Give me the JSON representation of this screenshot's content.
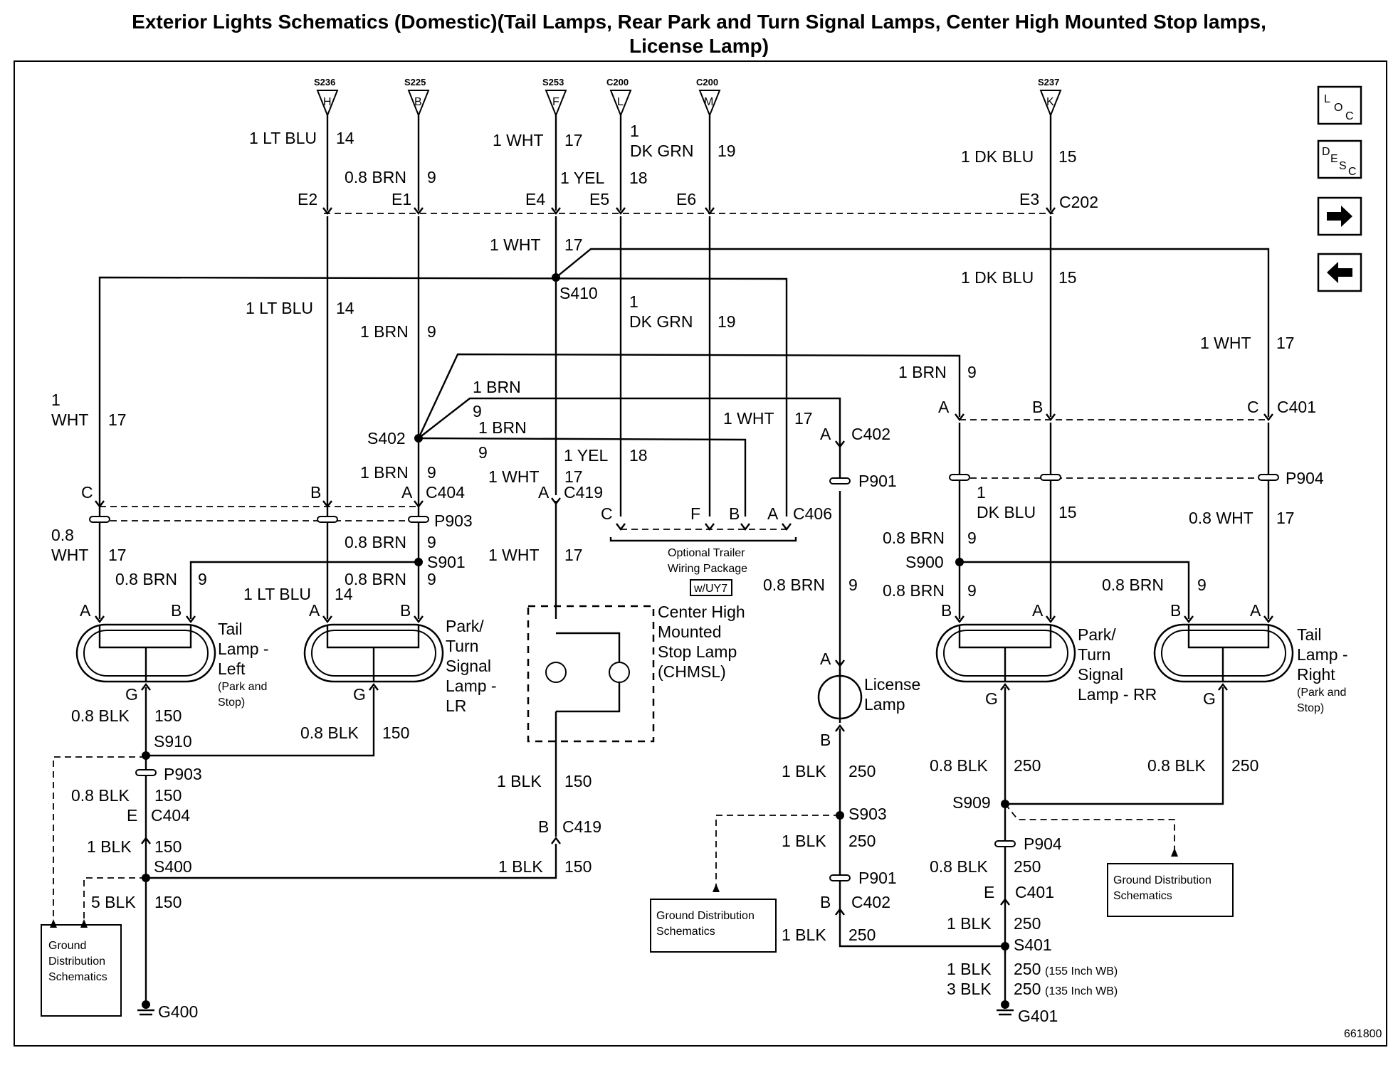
{
  "title_line1": "Exterior Lights Schematics (Domestic)(Tail Lamps, Rear Park and Turn Signal Lamps, Center High Mounted Stop lamps,",
  "title_line2": "License Lamp)",
  "figure_number": "661800",
  "nav_buttons": {
    "loc": {
      "l1": "L",
      "l2": "O",
      "l3": "C"
    },
    "desc": {
      "l1": "D",
      "l2": "E",
      "l3": "S",
      "l4": "C"
    },
    "next_icon": "right-arrow-icon",
    "prev_icon": "left-arrow-icon"
  },
  "inputs": {
    "s236": {
      "conn": "S236",
      "pin": "H"
    },
    "s225": {
      "conn": "S225",
      "pin": "B"
    },
    "s253": {
      "conn": "S253",
      "pin": "F"
    },
    "c200l": {
      "conn": "C200",
      "pin": "L"
    },
    "c200m": {
      "conn": "C200",
      "pin": "M"
    },
    "s237": {
      "conn": "S237",
      "pin": "K"
    }
  },
  "wire_labels": {
    "ltblu_top": {
      "name": "1 LT BLU",
      "circuit": "14"
    },
    "brn_top": {
      "name": "0.8 BRN",
      "circuit": "9"
    },
    "wht_top": {
      "name": "1 WHT",
      "circuit": "17"
    },
    "dkgrn_top_1": "1",
    "dkgrn_top_2": "DK GRN",
    "dkgrn_top_circuit": "19",
    "dkblu_top": {
      "name": "1 DK BLU",
      "circuit": "15"
    },
    "yel_top": {
      "name": "1 YEL",
      "circuit": "18"
    },
    "wht_mid": {
      "name": "1 WHT",
      "circuit": "17"
    },
    "ltblu_mid": {
      "name": "1 LT BLU",
      "circuit": "14"
    },
    "brn_mid": {
      "name": "1 BRN",
      "circuit": "9"
    },
    "dkgrn_mid_1": "1",
    "dkgrn_mid_2": "DK GRN",
    "dkgrn_mid_circuit": "19",
    "dkblu_mid": {
      "name": "1 DK BLU",
      "circuit": "15"
    },
    "wht_right": {
      "name": "1 WHT",
      "circuit": "17"
    },
    "brn_right": {
      "name": "1 BRN",
      "circuit": "9"
    },
    "wht_left_1": "1",
    "wht_left_2": "WHT",
    "wht_left_circuit": "17",
    "brn_branch1": "1 BRN",
    "brn_branch1_circuit": "9",
    "brn_branch2": "1 BRN",
    "brn_branch2_circuit": "9",
    "wht_c406": {
      "name": "1 WHT",
      "circuit": "17"
    },
    "brn_c404": {
      "name": "1 BRN",
      "circuit": "9"
    },
    "wht_c419": {
      "name": "1 WHT",
      "circuit": "17"
    },
    "yel_low": {
      "name": "1 YEL",
      "circuit": "18"
    },
    "wht_left_low_1": "0.8",
    "wht_left_low_2": "WHT",
    "wht_left_low_circuit": "17",
    "brn_p903": {
      "name": "0.8 BRN",
      "circuit": "9"
    },
    "brn_tail_l": {
      "name": "0.8 BRN",
      "circuit": "9"
    },
    "brn_s901": {
      "name": "0.8 BRN",
      "circuit": "9"
    },
    "ltblu_lr": {
      "name": "1 LT BLU",
      "circuit": "14"
    },
    "wht_chmsl": {
      "name": "1 WHT",
      "circuit": "17"
    },
    "brn_license": {
      "name": "0.8 BRN",
      "circuit": "9"
    },
    "dkblu_low_1": "1",
    "dkblu_low_2": "DK BLU",
    "dkblu_low_circuit": "15",
    "wht_right_low": {
      "name": "0.8 WHT",
      "circuit": "17"
    },
    "brn_s900_a": {
      "name": "0.8 BRN",
      "circuit": "9"
    },
    "brn_s900_b": {
      "name": "0.8 BRN",
      "circuit": "9"
    },
    "brn_tail_r": {
      "name": "0.8 BRN",
      "circuit": "9"
    },
    "blk_tail_l": {
      "name": "0.8 BLK",
      "circuit": "150"
    },
    "blk_lr": {
      "name": "0.8 BLK",
      "circuit": "150"
    },
    "blk_p903": {
      "name": "0.8 BLK",
      "circuit": "150"
    },
    "blk_c404": {
      "name": "1 BLK",
      "circuit": "150"
    },
    "blk_g400": {
      "name": "5 BLK",
      "circuit": "150"
    },
    "blk_chmsl": {
      "name": "1 BLK",
      "circuit": "150"
    },
    "blk_s400": {
      "name": "1 BLK",
      "circuit": "150"
    },
    "blk_license": {
      "name": "1 BLK",
      "circuit": "250"
    },
    "blk_s903": {
      "name": "1 BLK",
      "circuit": "250"
    },
    "blk_c402": {
      "name": "1 BLK",
      "circuit": "250"
    },
    "blk_rr": {
      "name": "0.8 BLK",
      "circuit": "250"
    },
    "blk_tail_r": {
      "name": "0.8 BLK",
      "circuit": "250"
    },
    "blk_p904": {
      "name": "0.8 BLK",
      "circuit": "250"
    },
    "blk_c401": {
      "name": "1 BLK",
      "circuit": "250"
    },
    "blk_155": {
      "name": "1 BLK",
      "circuit": "250",
      "note": "(155 Inch WB)"
    },
    "blk_135": {
      "name": "3 BLK",
      "circuit": "250",
      "note": "(135 Inch WB)"
    }
  },
  "connectors": {
    "e1": "E1",
    "e2": "E2",
    "e3": "E3",
    "e4": "E4",
    "e5": "E5",
    "e6": "E6",
    "c202": "C202",
    "c401_a": "A",
    "c401_b": "B",
    "c401_c": "C",
    "c401": "C401",
    "c402_a": "A",
    "c402": "C402",
    "p901": "P901",
    "p904": "P904",
    "p903": "P903",
    "c404_c": "C",
    "c404_b": "B",
    "c404_a": "A",
    "c404": "C404",
    "c419_a": "A",
    "c419": "C419",
    "c406_c": "C",
    "c406_f": "F",
    "c406_b": "B",
    "c406_a": "A",
    "c406": "C406",
    "p903_low": "P903",
    "c404_e": "E",
    "c404_low": "C404",
    "c419_b": "B",
    "c419_low": "C419",
    "p901_low": "P901",
    "c402_b": "B",
    "c402_low": "C402",
    "p904_low": "P904",
    "c401_e": "E",
    "c401_low": "C401"
  },
  "splices": {
    "s410": "S410",
    "s402": "S402",
    "s901": "S901",
    "s900": "S900",
    "s910": "S910",
    "s400": "S400",
    "s903": "S903",
    "s909": "S909",
    "s401": "S401"
  },
  "grounds": {
    "g400": "G400",
    "g401": "G401"
  },
  "components": {
    "tail_left": {
      "l1": "Tail",
      "l2": "Lamp -",
      "l3": "Left",
      "n1": "(Park and",
      "n2": "Stop)"
    },
    "park_lr": {
      "l1": "Park/",
      "l2": "Turn",
      "l3": "Signal",
      "l4": "Lamp -",
      "l5": "LR"
    },
    "chmsl": {
      "l1": "Center High",
      "l2": "Mounted",
      "l3": "Stop Lamp",
      "l4": "(CHMSL)"
    },
    "license": {
      "l1": "License",
      "l2": "Lamp"
    },
    "park_rr": {
      "l1": "Park/",
      "l2": "Turn",
      "l3": "Signal",
      "l4": "Lamp - RR"
    },
    "tail_right": {
      "l1": "Tail",
      "l2": "Lamp -",
      "l3": "Right",
      "n1": "(Park and",
      "n2": "Stop)"
    }
  },
  "pins": {
    "tl_a": "A",
    "tl_b": "B",
    "tl_g": "G",
    "lr_a": "A",
    "lr_b": "B",
    "lr_g": "G",
    "lic_a": "A",
    "lic_b": "B",
    "rr_b": "B",
    "rr_a": "A",
    "rr_g": "G",
    "tr_b": "B",
    "tr_a": "A",
    "tr_g": "G"
  },
  "option": {
    "l1": "Optional Trailer",
    "l2": "Wiring Package",
    "code": "w/UY7"
  },
  "ground_boxes": {
    "left": {
      "l1": "Ground",
      "l2": "Distribution",
      "l3": "Schematics"
    },
    "center": {
      "l1": "Ground Distribution",
      "l2": "Schematics"
    },
    "right": {
      "l1": "Ground Distribution",
      "l2": "Schematics"
    }
  }
}
